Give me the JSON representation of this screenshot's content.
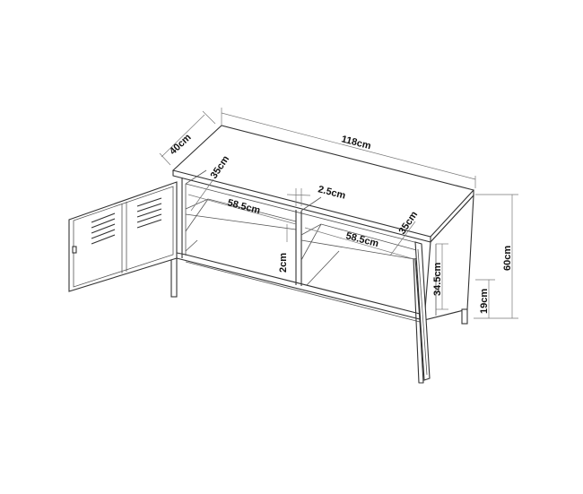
{
  "diagram": {
    "subject": "TV cabinet with open louvered door and two shelves",
    "colors": {
      "line": "#333333",
      "dimension_line": "#777777",
      "background": "#ffffff",
      "text": "#111111"
    },
    "dimensions": {
      "depth_total": "40cm",
      "width_total": "118cm",
      "inner_depth_left": "35cm",
      "inner_depth_right": "35cm",
      "divider_thickness": "2.5cm",
      "compartment_width_left": "58.5cm",
      "compartment_width_right": "58.5cm",
      "shelf_thickness": "2cm",
      "inner_height": "34.5cm",
      "leg_height": "19cm",
      "height_total": "60cm"
    }
  }
}
